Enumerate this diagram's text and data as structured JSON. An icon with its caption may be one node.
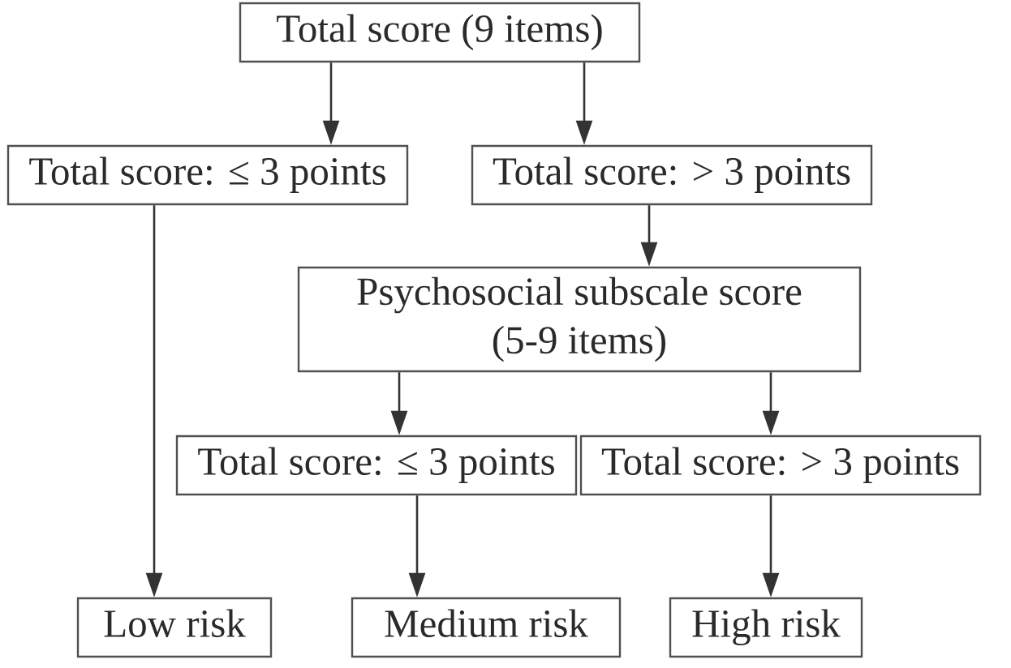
{
  "diagram": {
    "nodes": [
      {
        "text": [
          "Total score (9 items)"
        ]
      },
      {
        "text": [
          "Total score: ≤ 3 points"
        ]
      },
      {
        "text": [
          "Total score: > 3 points"
        ]
      },
      {
        "text": [
          "Psychosocial subscale score (5-9 items)"
        ]
      },
      {
        "text": [
          "Total score: ≤ 3 points"
        ]
      },
      {
        "text": [
          "Total score: > 3 points"
        ]
      },
      {
        "text": [
          "Low risk"
        ]
      },
      {
        "text": [
          "Medium risk"
        ]
      },
      {
        "text": [
          "High risk"
        ]
      }
    ],
    "edges": [
      {
        "from": 0,
        "to": 1,
        "arrow": "to"
      },
      {
        "from": 0,
        "to": 2,
        "arrow": "to"
      },
      {
        "from": 1,
        "to": 6,
        "arrow": "to"
      },
      {
        "from": 2,
        "to": 3,
        "arrow": "to"
      },
      {
        "from": 3,
        "to": 4,
        "arrow": "to"
      },
      {
        "from": 3,
        "to": 5,
        "arrow": "to"
      },
      {
        "from": 4,
        "to": 7,
        "arrow": "to"
      },
      {
        "from": 5,
        "to": 8,
        "arrow": "to"
      }
    ]
  }
}
